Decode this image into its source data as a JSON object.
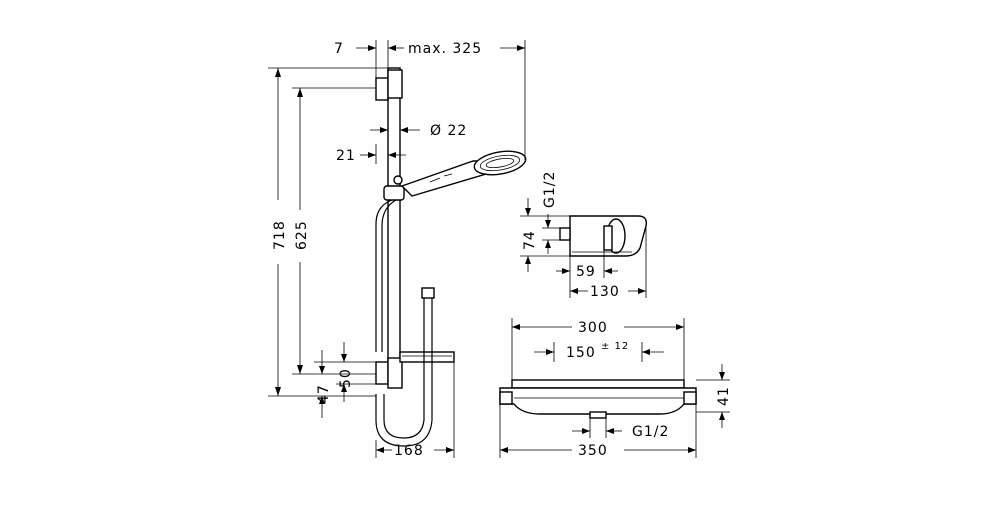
{
  "dimensions": {
    "offset_7": "7",
    "max_projection": "max. 325",
    "rail_diameter": "Ø 22",
    "offset_21": "21",
    "total_height": "718",
    "rail_height": "625",
    "dim_50": "50",
    "dim_47": "47",
    "base_width": "168",
    "thermo_height": "74",
    "thread_side": "G1/2",
    "depth_59": "59",
    "depth_130": "130",
    "width_300": "300",
    "spacing": "150",
    "spacing_tol": "± 12",
    "width_350": "350",
    "height_41": "41",
    "thread_bottom": "G1/2"
  }
}
